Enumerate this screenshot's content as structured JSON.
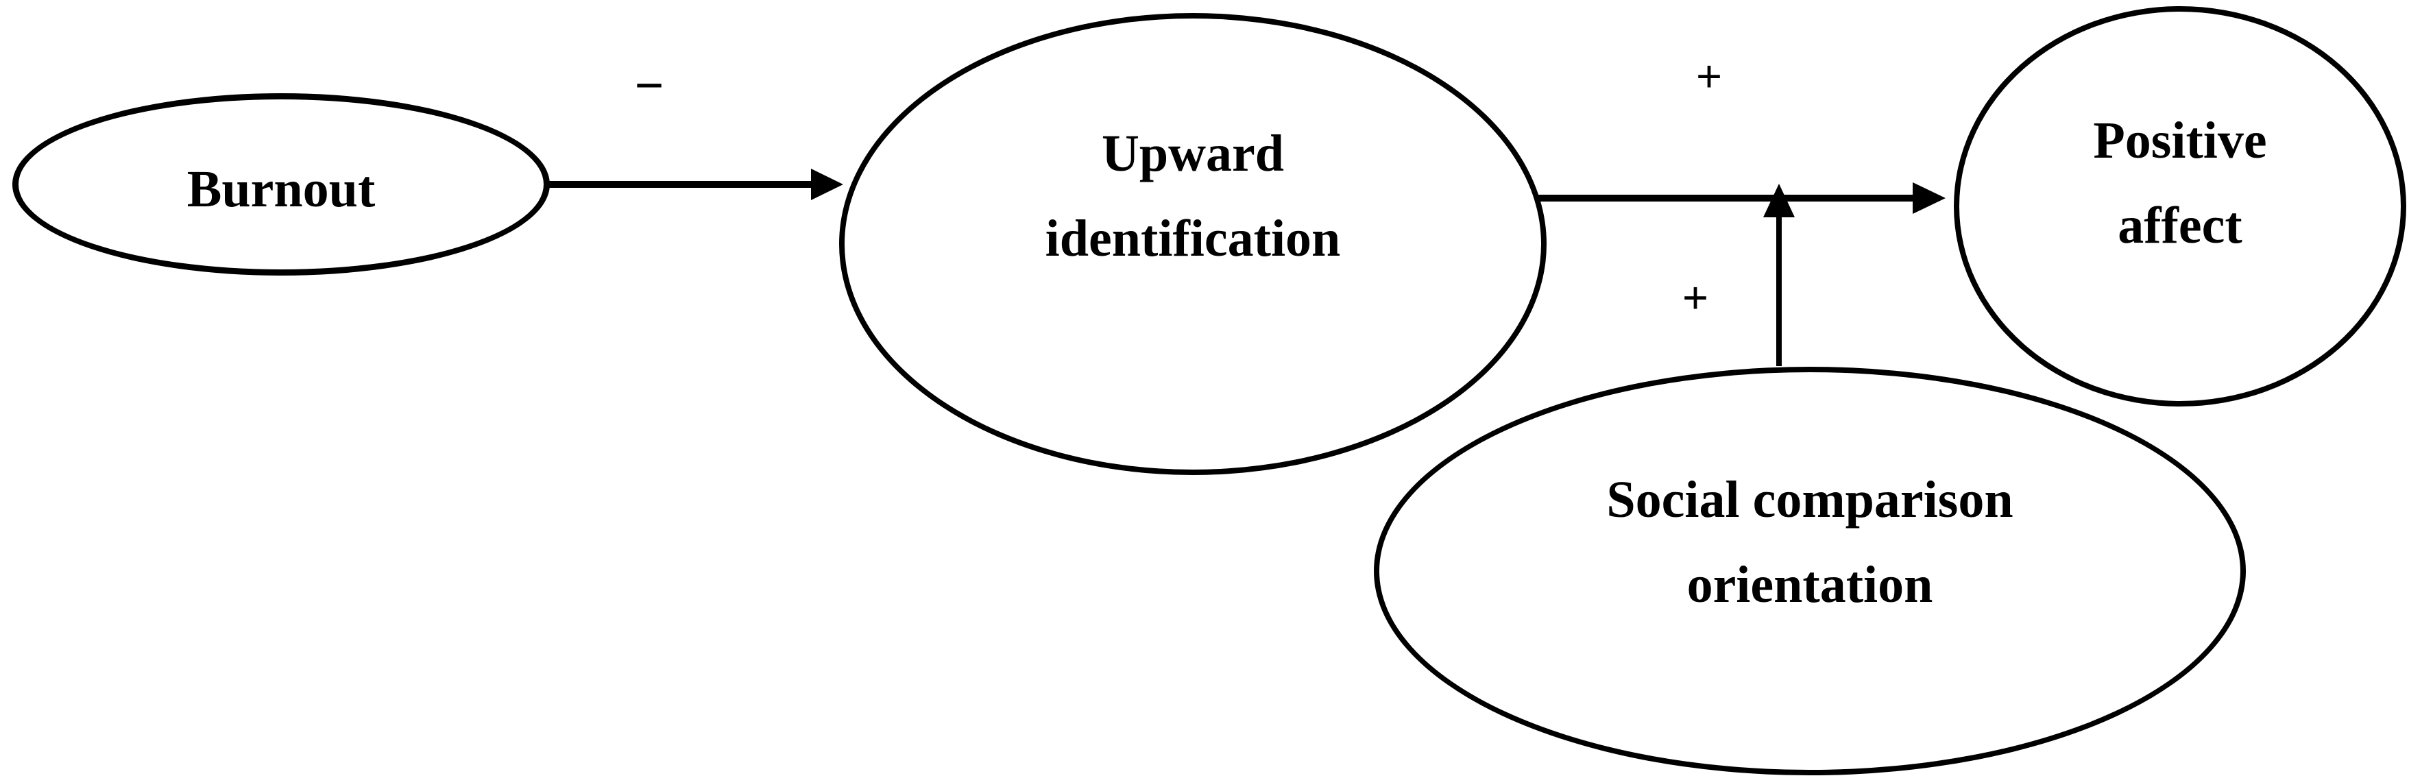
{
  "diagram": {
    "background_color": "#ffffff",
    "ink_color": "#000000",
    "nodes": {
      "burnout": {
        "label": "Burnout"
      },
      "upward_identification": {
        "line1": "Upward",
        "line2": "identification"
      },
      "positive_affect": {
        "line1": "Positive",
        "line2": "affect"
      },
      "social_comparison_orientation": {
        "line1": "Social comparison",
        "line2": "orientation"
      }
    },
    "edges": {
      "burnout_to_upward": {
        "sign": "−"
      },
      "upward_to_positive": {
        "sign": "+"
      },
      "social_moderation": {
        "sign": "+"
      }
    }
  }
}
